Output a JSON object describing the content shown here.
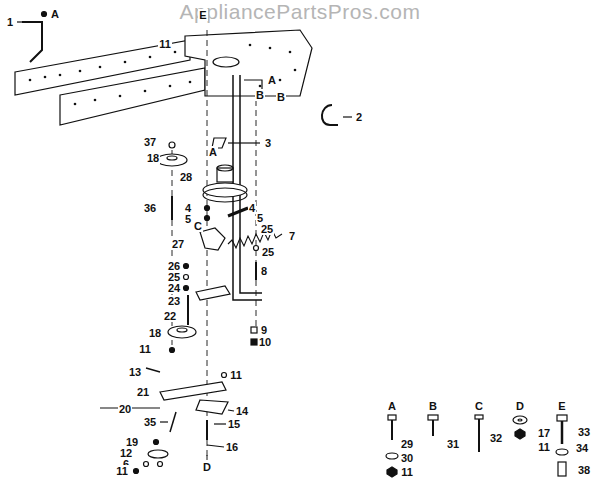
{
  "diagram": {
    "labels": [
      "AppliancePartsPros.com",
      "1",
      "A",
      "E",
      "11",
      "A",
      "B",
      "B",
      "2",
      "3",
      "A",
      "37",
      "18",
      "28",
      "36",
      "4",
      "5",
      "4",
      "5",
      "25",
      "C",
      "7",
      "27",
      "25",
      "26",
      "25",
      "24",
      "8",
      "23",
      "22",
      "18",
      "9",
      "10",
      "11",
      "13",
      "11",
      "21",
      "20",
      "14",
      "35",
      "15",
      "19",
      "16",
      "12",
      "6",
      "11",
      "D",
      "A",
      "B",
      "C",
      "D",
      "E",
      "29",
      "31",
      "32",
      "17",
      "33",
      "30",
      "11",
      "34",
      "11",
      "38"
    ]
  }
}
